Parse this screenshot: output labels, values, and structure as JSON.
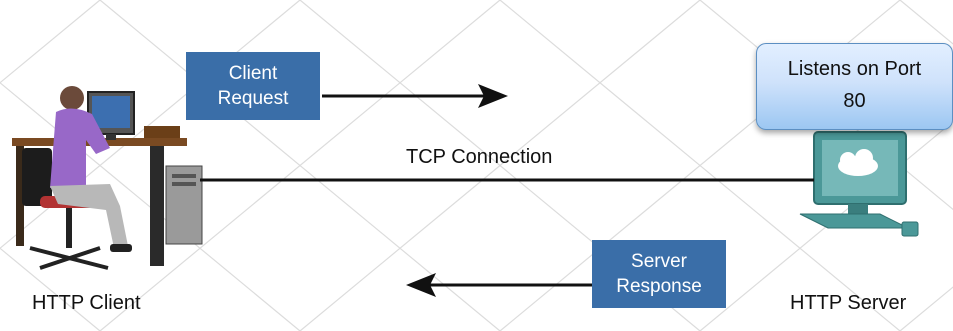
{
  "client_request": {
    "line1": "Client",
    "line2": "Request"
  },
  "tcp_label": "TCP Connection",
  "server_response": {
    "line1": "Server",
    "line2": "Response"
  },
  "port_box": {
    "line1": "Listens on Port",
    "line2": "80"
  },
  "client_label": "HTTP Client",
  "server_label": "HTTP Server",
  "colors": {
    "box_blue": "#3a6ea8",
    "arrow": "#111111",
    "grid": "#d9d9d9"
  }
}
